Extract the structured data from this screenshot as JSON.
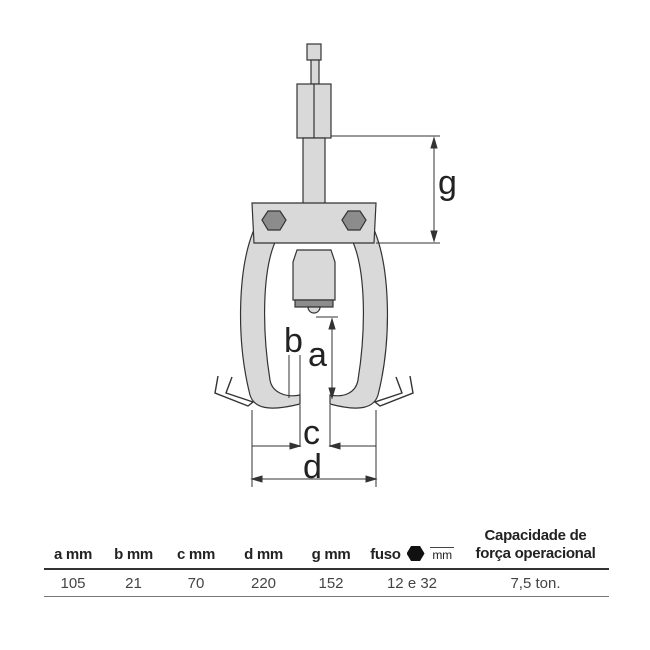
{
  "diagram": {
    "labels": {
      "a": "a",
      "b": "b",
      "c": "c",
      "d": "d",
      "g": "g"
    },
    "colors": {
      "part_fill": "#d9d9d9",
      "hex_fill": "#8c8c8c",
      "outline": "#333333",
      "dim_line": "#333333"
    }
  },
  "table": {
    "headers": [
      {
        "id": "a",
        "label": "a mm"
      },
      {
        "id": "b",
        "label": "b mm"
      },
      {
        "id": "c",
        "label": "c mm"
      },
      {
        "id": "d",
        "label": "d mm"
      },
      {
        "id": "g",
        "label": "g mm"
      },
      {
        "id": "fuso",
        "label": "fuso",
        "icon": "hexagon-icon",
        "unit": "mm"
      },
      {
        "id": "capacity",
        "label_line1": "Capacidade de",
        "label_line2": "força operacional"
      }
    ],
    "rows": [
      {
        "a": "105",
        "b": "21",
        "c": "70",
        "d": "220",
        "g": "152",
        "fuso": "12 e 32",
        "capacity": "7,5 ton."
      }
    ]
  }
}
